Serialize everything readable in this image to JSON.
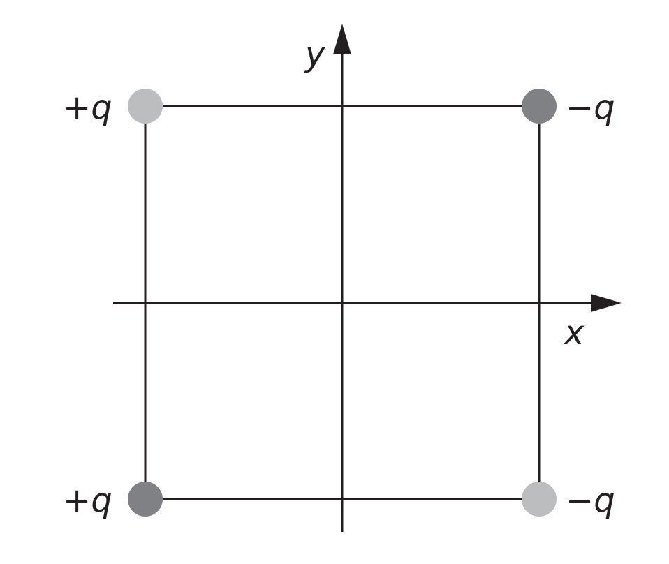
{
  "axes": {
    "x_label": "x",
    "y_label": "y"
  },
  "charges": {
    "top_left": {
      "sign": "+",
      "symbol": "q",
      "shade": "light"
    },
    "top_right": {
      "sign": "−",
      "symbol": "q",
      "shade": "dark"
    },
    "bottom_left": {
      "sign": "+",
      "symbol": "q",
      "shade": "dark"
    },
    "bottom_right": {
      "sign": "−",
      "symbol": "q",
      "shade": "light"
    }
  },
  "colors": {
    "line": "#231f20",
    "charge_light": "#bcbdbf",
    "charge_dark": "#808184"
  }
}
